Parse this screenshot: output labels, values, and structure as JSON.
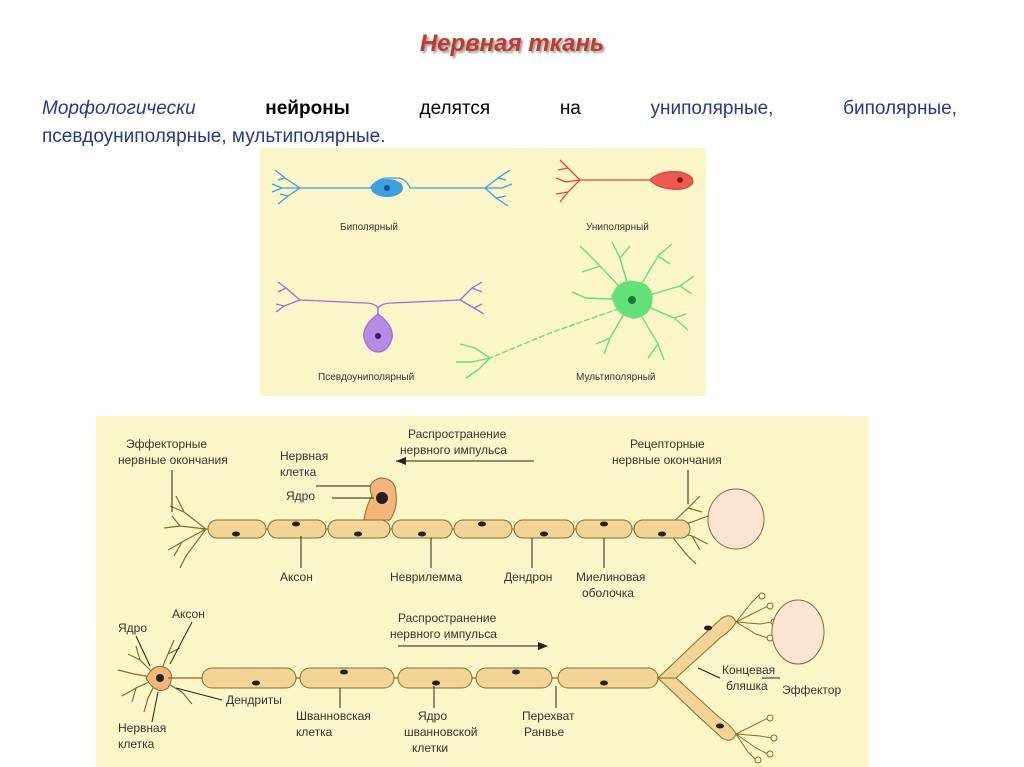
{
  "title": "Нервная ткань",
  "intro": {
    "word1": "Морфологически",
    "word2": "нейроны",
    "word3": "делятся",
    "word4": "на",
    "word5": "униполярные,",
    "word6": "биполярные,",
    "line2": "псевдоуниполярные, мультиполярные."
  },
  "types_panel": {
    "bipolar": "Биполярный",
    "unipolar": "Униполярный",
    "pseudounipolar": "Псевдоуниполярный",
    "multipolar": "Мультиполярный"
  },
  "neuron_panel": {
    "top": {
      "effector_endings": [
        "Эффекторные",
        "нервные окончания"
      ],
      "nerve_cell": [
        "Нервная",
        "клетка"
      ],
      "nucleus": "Ядро",
      "impulse": [
        "Распространение",
        "нервного импульса"
      ],
      "receptor_endings": [
        "Рецепторные",
        "нервные окончания"
      ],
      "axon": "Аксон",
      "neurilemma": "Неврилемма",
      "dendron": "Дендрон",
      "myelin": [
        "Миелиновая",
        "оболочка"
      ]
    },
    "bottom": {
      "nucleus": "Ядро",
      "axon": "Аксон",
      "impulse": [
        "Распространение",
        "нервного импульса"
      ],
      "dendrites": "Дендриты",
      "nerve_cell": [
        "Нервная",
        "клетка"
      ],
      "schwann": [
        "Шванновская",
        "клетка"
      ],
      "schwann_nucleus": [
        "Ядро",
        "шванновской",
        "клетки"
      ],
      "ranvier": [
        "Перехват",
        "Ранвье"
      ],
      "end_plate": [
        "Концевая",
        "бляшка"
      ],
      "effector": "Эффектор"
    }
  },
  "colors": {
    "title": "#c0392b",
    "panel_bg": "#fbf6c8",
    "bipolar": "#3aa0e0",
    "unipolar": "#e0453a",
    "pseudounipolar": "#9e6bd6",
    "multipolar": "#63e07a",
    "sheath": "#f2d596"
  }
}
